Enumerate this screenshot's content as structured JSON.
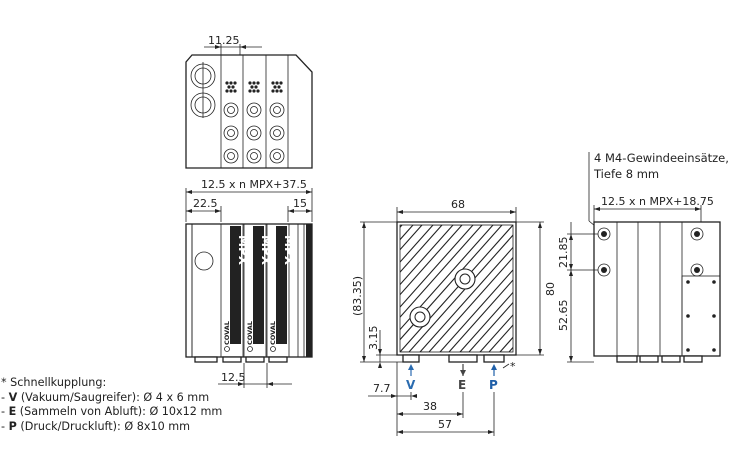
{
  "diagram": {
    "top_view": {
      "dim_pitch": "11.25"
    },
    "front_view": {
      "dim_total": "12.5 x n MPX+37.5",
      "dim_left": "22.5",
      "dim_right": "15",
      "dim_bottom": "12.5",
      "module_label": "MPX",
      "module_brand": "COVAL"
    },
    "side_view": {
      "dim_width": "68",
      "dim_height_ref": "(83.35)",
      "dim_height": "80",
      "dim_offset": "3.15",
      "dim_7_7": "7.7",
      "dim_38": "38",
      "dim_57": "57",
      "port_v": "V",
      "port_e": "E",
      "port_p": "P",
      "asterisk": "*"
    },
    "back_view": {
      "note_line1": "4 M4-Gewindeeinsätze,",
      "note_line2": "Tiefe 8 mm",
      "dim_width": "12.5 x n MPX+18.75",
      "dim_21_85": "21.85",
      "dim_52_65": "52.65"
    },
    "legend": {
      "title": "* Schnellkupplung:",
      "items": [
        {
          "code": "V",
          "text": " (Vakuum/Saugreifer): Ø 4 x 6 mm"
        },
        {
          "code": "E",
          "text": " (Sammeln von Abluft): Ø 10x12 mm"
        },
        {
          "code": "P",
          "text": " (Druck/Druckluft): Ø 8x10 mm"
        }
      ]
    },
    "colors": {
      "line": "#222222",
      "port_v": "#2b6cb0",
      "port_e": "#444444",
      "port_p": "#1f5fa8"
    }
  }
}
